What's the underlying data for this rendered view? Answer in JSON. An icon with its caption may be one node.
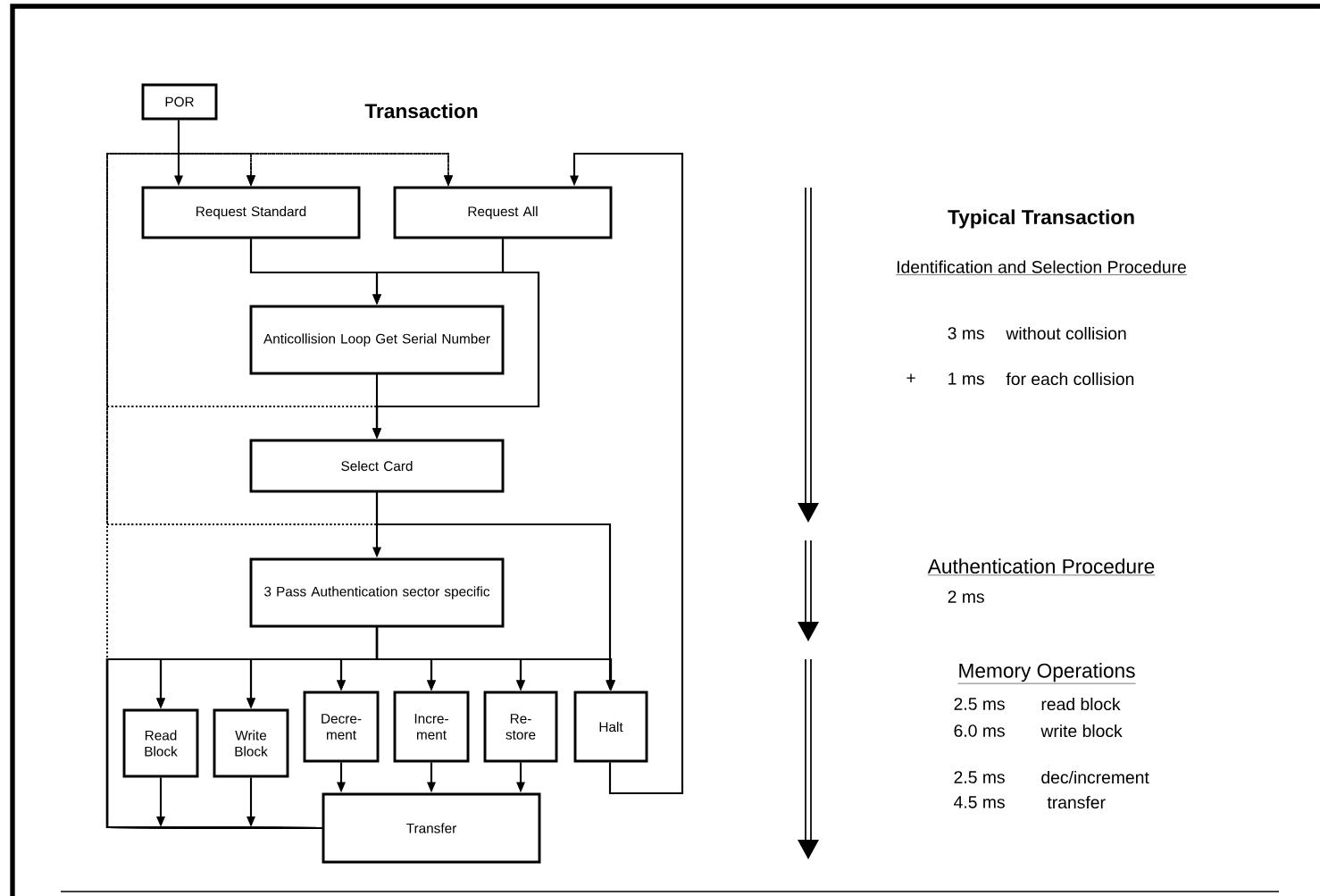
{
  "diagram": {
    "title": "Transaction",
    "nodes": [
      {
        "text": [
          "POR"
        ]
      },
      {
        "text": [
          "Request Standard"
        ]
      },
      {
        "text": [
          "Request All"
        ]
      },
      {
        "text": [
          "Anticollision Loop Get Serial Number"
        ]
      },
      {
        "text": [
          "Select Card"
        ]
      },
      {
        "text": [
          "3 Pass Authentication sector specific"
        ]
      },
      {
        "text": [
          "Read Block"
        ]
      },
      {
        "text": [
          "Write Block"
        ]
      },
      {
        "text": [
          "Decre- ment"
        ]
      },
      {
        "text": [
          "Incre- ment"
        ]
      },
      {
        "text": [
          "Re- store"
        ]
      },
      {
        "text": [
          "Halt"
        ]
      },
      {
        "text": [
          "Transfer"
        ]
      }
    ],
    "edges": [
      {
        "from": 0,
        "to": 1,
        "arrow": "to"
      },
      {
        "from": 1,
        "to": 3,
        "arrow": "to"
      },
      {
        "from": 2,
        "to": 3,
        "arrow": "to"
      },
      {
        "from": 1,
        "to": 4,
        "arrow": "to"
      },
      {
        "from": 2,
        "to": 4,
        "arrow": "to"
      },
      {
        "from": 3,
        "to": 4,
        "arrow": "to"
      },
      {
        "from": 3,
        "to": 1,
        "arrow": "to",
        "style": "dashed"
      },
      {
        "from": 3,
        "to": 2,
        "arrow": "to",
        "style": "dashed"
      },
      {
        "from": 4,
        "to": 1,
        "arrow": "to",
        "style": "dashed"
      },
      {
        "from": 4,
        "to": 2,
        "arrow": "to",
        "style": "dashed"
      },
      {
        "from": 4,
        "to": 5,
        "arrow": "to"
      },
      {
        "from": 4,
        "to": 11,
        "arrow": "to"
      },
      {
        "from": 5,
        "to": 6,
        "arrow": "to"
      },
      {
        "from": 5,
        "to": 7,
        "arrow": "to"
      },
      {
        "from": 5,
        "to": 8,
        "arrow": "to"
      },
      {
        "from": 5,
        "to": 9,
        "arrow": "to"
      },
      {
        "from": 5,
        "to": 10,
        "arrow": "to"
      },
      {
        "from": 5,
        "to": 11,
        "arrow": "to"
      },
      {
        "from": 12,
        "to": 6,
        "arrow": "to"
      },
      {
        "from": 12,
        "to": 7,
        "arrow": "to"
      },
      {
        "from": 12,
        "to": 8,
        "arrow": "to"
      },
      {
        "from": 12,
        "to": 9,
        "arrow": "to"
      },
      {
        "from": 12,
        "to": 10,
        "arrow": "to"
      },
      {
        "from": 12,
        "to": 11,
        "arrow": "to"
      },
      {
        "from": 12,
        "to": 1,
        "arrow": "to",
        "style": "dashed"
      },
      {
        "from": 12,
        "to": 2,
        "arrow": "to",
        "style": "dashed"
      },
      {
        "from": 6,
        "to": null,
        "arrow": "to"
      },
      {
        "from": 7,
        "to": null,
        "arrow": "to"
      },
      {
        "from": 8,
        "to": 12,
        "arrow": "to"
      },
      {
        "from": 9,
        "to": 12,
        "arrow": "to"
      },
      {
        "from": 10,
        "to": 12,
        "arrow": "to"
      },
      {
        "from": 11,
        "to": 2,
        "arrow": "to"
      }
    ],
    "labels": [
      "Typical Transaction",
      "Identification and Selection Procedure",
      "3 ms",
      "without collision",
      "+",
      "1 ms",
      "for each collision",
      "Authentication Procedure",
      "2 ms",
      "Memory Operations",
      "2.5 ms",
      "read block",
      "6.0 ms",
      "write block",
      "2.5 ms",
      "dec/increment",
      "4.5 ms",
      "transfer"
    ]
  }
}
